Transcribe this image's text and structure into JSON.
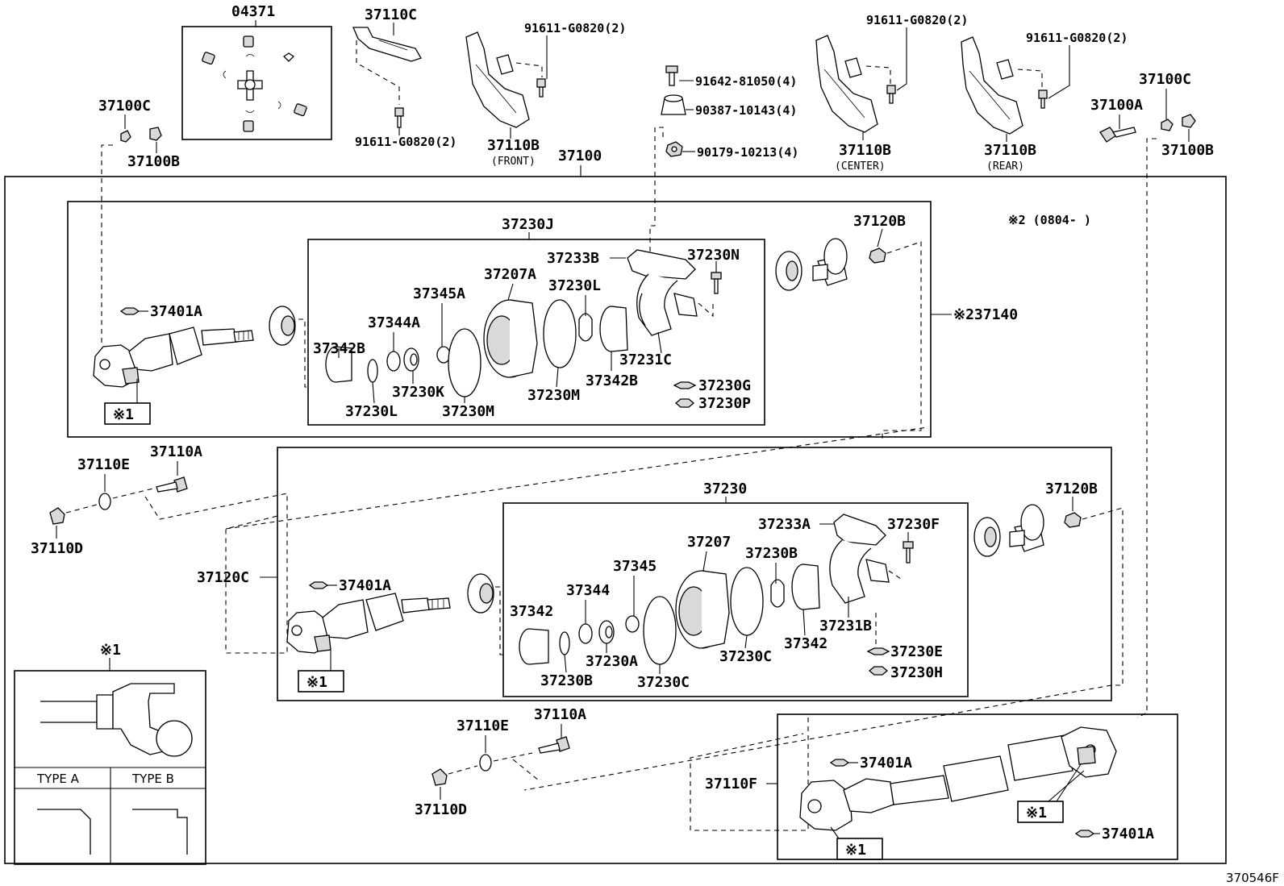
{
  "diagram": {
    "reference": "370546F",
    "main_assembly": "37100",
    "top_parts": {
      "kit": "04371",
      "bracket_c": "37110C",
      "bolt_c": "91611-G0820(2)",
      "front_bracket": "37110B",
      "front_caption": "(FRONT)",
      "front_bolt": "91611-G0820(2)",
      "bolt_9164": "91642-81050(4)",
      "cushion": "90387-10143(4)",
      "nut": "90179-10213(4)",
      "center_bracket": "37110B",
      "center_caption": "(CENTER)",
      "center_bolt": "91611-G0820(2)",
      "rear_bracket": "37110B",
      "rear_caption": "(REAR)",
      "rear_bolt": "91611-G0820(2)",
      "left_c": "37100C",
      "left_b": "37100B",
      "right_c": "37100C",
      "right_a": "37100A",
      "right_b": "37100B"
    },
    "upper_shaft": {
      "assembly": "37230J",
      "shaft_assy": "※237140",
      "note": "※2 (0804-    )",
      "flange": "37120B",
      "yoke_note": "※1",
      "labels": {
        "a37401": "37401A",
        "a37342b_l": "37342B",
        "a37344a": "37344A",
        "a37345a": "37345A",
        "a37207a": "37207A",
        "a37233b": "37233B",
        "a37230n": "37230N",
        "a37230l_top": "37230L",
        "a37231c": "37231C",
        "a37342b_r": "37342B",
        "a37230k": "37230K",
        "a37230m_l": "37230M",
        "a37230m_r": "37230M",
        "a37230l_bot": "37230L",
        "a37230g": "37230G",
        "a37230p": "37230P"
      }
    },
    "lower_shaft": {
      "assembly": "37230",
      "flange": "37120B",
      "yoke_note": "※1",
      "shaft_assy": "37120C",
      "labels": {
        "a37401": "37401A",
        "a37342": "37342",
        "a37344": "37344",
        "a37345": "37345",
        "a37207": "37207",
        "a37233a": "37233A",
        "a37230f": "37230F",
        "a37230b_top": "37230B",
        "a37231b": "37231B",
        "a37342_r": "37342",
        "a37230a": "37230A",
        "a37230c_l": "37230C",
        "a37230c_r": "37230C",
        "a37230b_bot": "37230B",
        "a37230e": "37230E",
        "a37230h": "37230H"
      }
    },
    "fasteners_mid": {
      "washer": "37110E",
      "bolt": "37110A",
      "nut": "37110D"
    },
    "fasteners_low": {
      "washer": "37110E",
      "bolt": "37110A",
      "nut": "37110D"
    },
    "rear_shaft": {
      "assembly": "37110F",
      "a37401_top": "37401A",
      "a37401_bot": "37401A",
      "yoke_note_a": "※1",
      "yoke_note_b": "※1"
    },
    "legend": {
      "mark": "※1",
      "type_a": "TYPE A",
      "type_b": "TYPE B"
    }
  }
}
